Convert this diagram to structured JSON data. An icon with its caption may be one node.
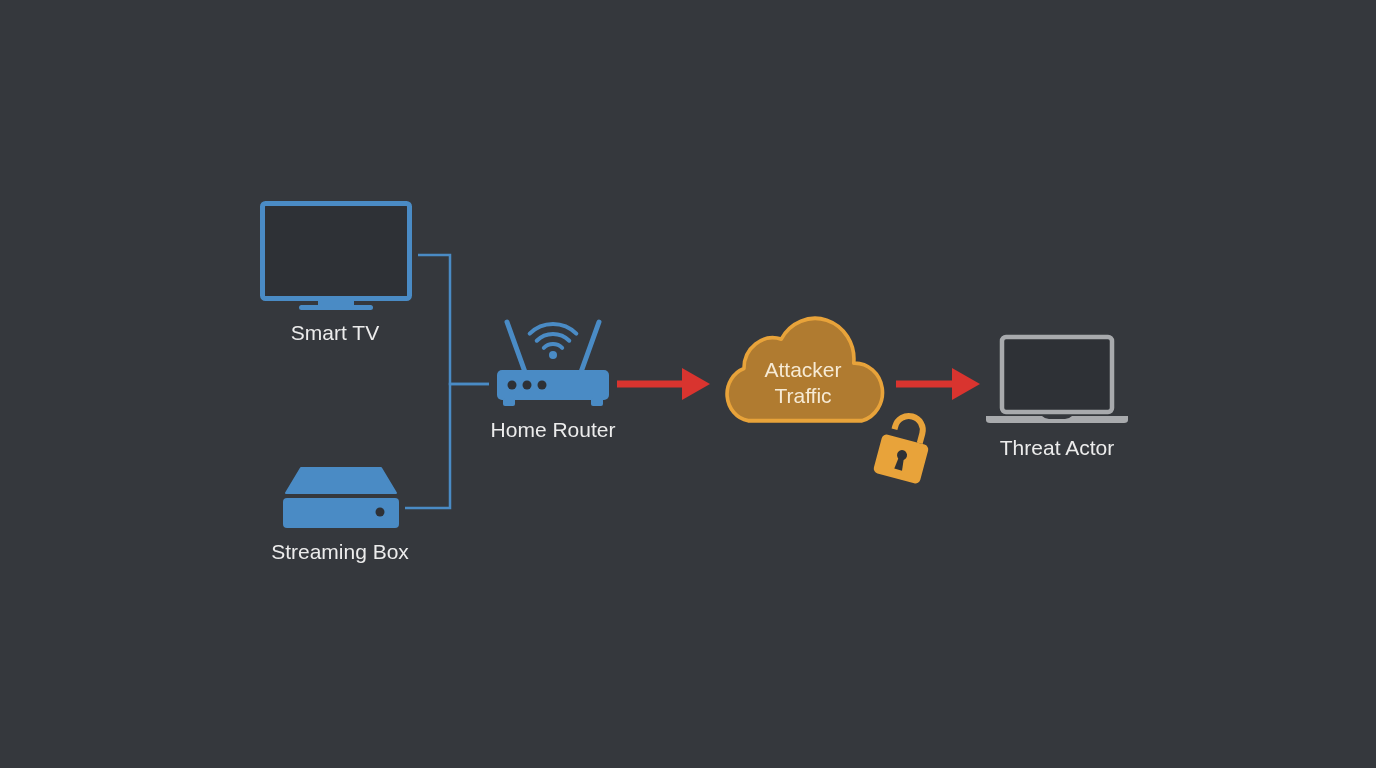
{
  "diagram": {
    "nodes": [
      {
        "text": [
          "Smart TV"
        ]
      },
      {
        "text": [
          "Streaming Box"
        ]
      },
      {
        "text": [
          "Home Router"
        ]
      },
      {
        "text": [
          "Attacker Traffic"
        ]
      },
      {
        "text": [
          "Threat Actor"
        ]
      }
    ],
    "edges": [
      {
        "from": 0,
        "to": 2,
        "arrow": "none"
      },
      {
        "from": 1,
        "to": 2,
        "arrow": "none"
      },
      {
        "from": 2,
        "to": 3,
        "arrow": "to",
        "style": "thick",
        "color": "#d9342f"
      },
      {
        "from": 3,
        "to": 4,
        "arrow": "to",
        "style": "thick",
        "color": "#d9342f"
      }
    ]
  }
}
